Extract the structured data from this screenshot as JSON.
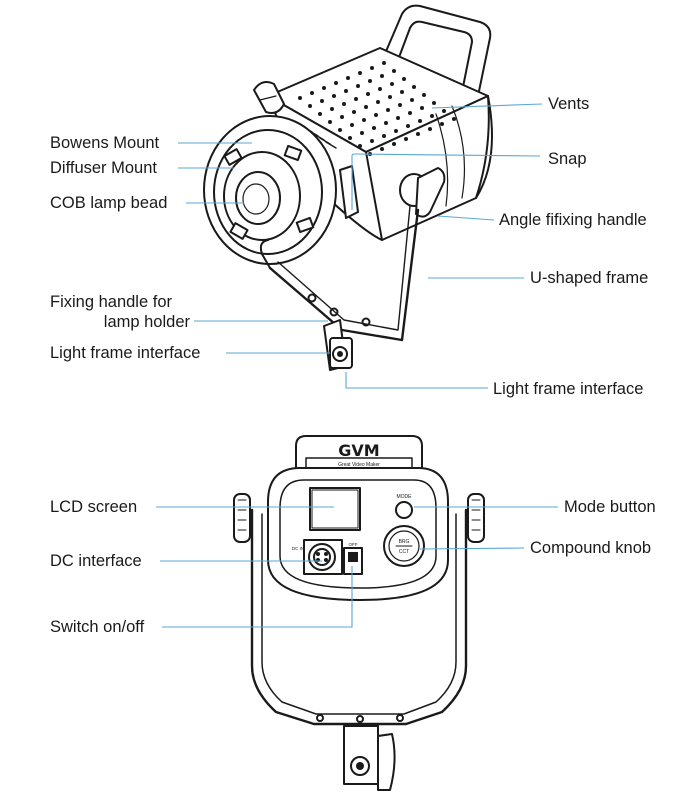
{
  "labels": {
    "bowens_mount": "Bowens Mount",
    "diffuser_mount": "Diffuser Mount",
    "cob_lamp_bead": "COB lamp bead",
    "fixing_handle_line1": "Fixing handle for",
    "fixing_handle_line2": "lamp holder",
    "light_frame_interface_left": "Light frame interface",
    "vents": "Vents",
    "snap": "Snap",
    "angle_fixing_handle": "Angle fifixing handle",
    "u_shaped_frame": "U-shaped frame",
    "light_frame_interface_right": "Light frame interface",
    "lcd_screen": "LCD screen",
    "dc_interface": "DC interface",
    "switch_on_off": "Switch on/off",
    "mode_button": "Mode button",
    "compound_knob": "Compound knob"
  },
  "device": {
    "brand": "GVM",
    "brand_tagline": "Great Video Maker",
    "mode_label": "MODE",
    "knob_label_top": "BRG",
    "knob_label_bottom": "CCT",
    "dc_label": "DC IN",
    "switch_label": "OFF"
  },
  "colors": {
    "leader_line": "#5aa7d6",
    "outline": "#1a1a1a"
  }
}
